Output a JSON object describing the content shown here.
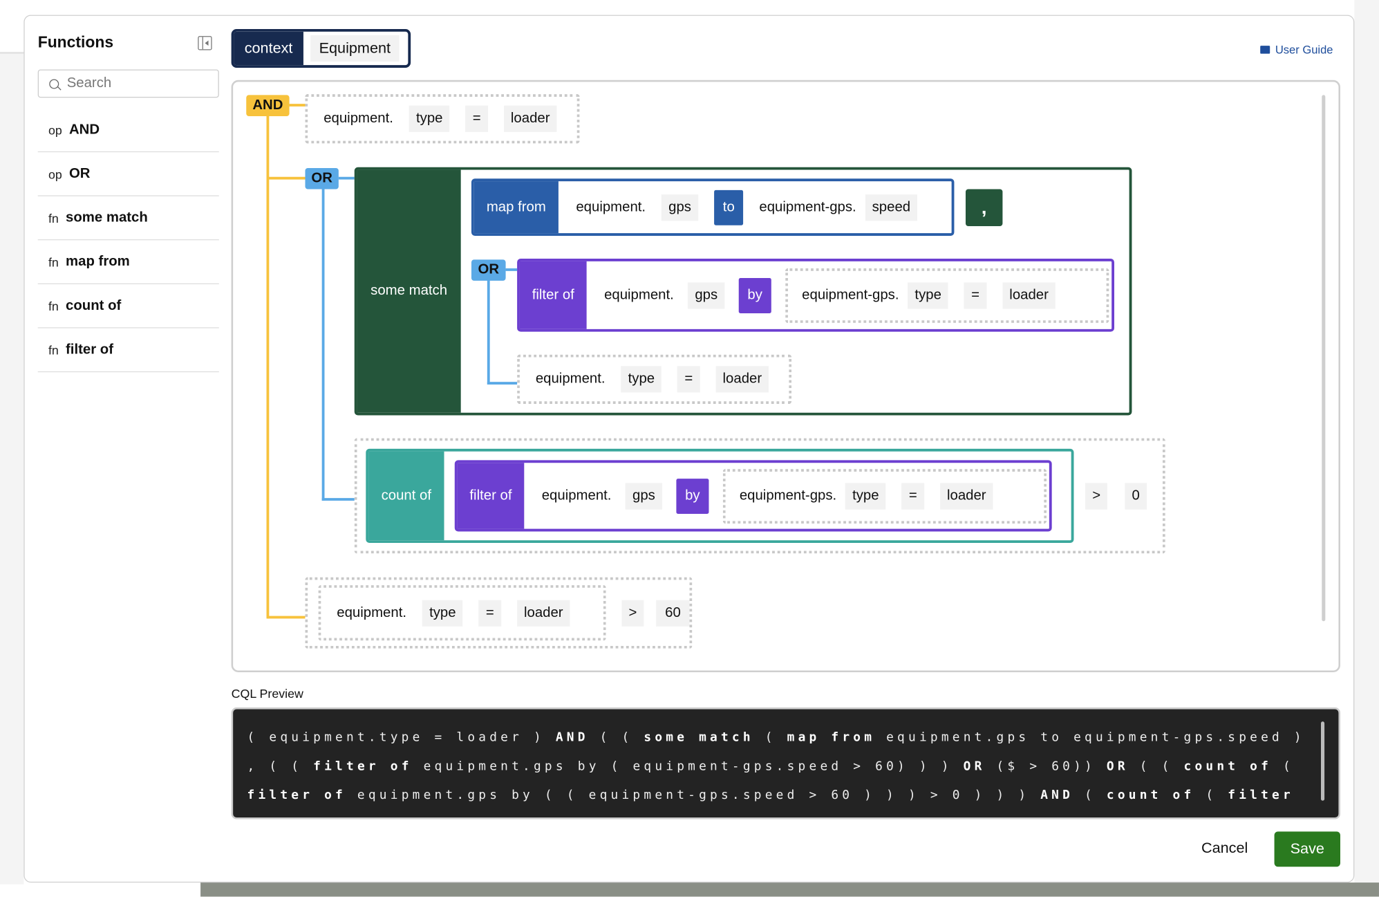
{
  "sidebar": {
    "title": "Functions",
    "search_placeholder": "Search",
    "items": [
      {
        "kind": "op",
        "label": "AND"
      },
      {
        "kind": "op",
        "label": "OR"
      },
      {
        "kind": "fn",
        "label": "some match"
      },
      {
        "kind": "fn",
        "label": "map from"
      },
      {
        "kind": "fn",
        "label": "count of"
      },
      {
        "kind": "fn",
        "label": "filter of"
      }
    ]
  },
  "context": {
    "label": "context",
    "value": "Equipment"
  },
  "user_guide": "User Guide",
  "builder": {
    "and_label": "AND",
    "or_label": "OR",
    "cond1": {
      "prefix": "equipment.",
      "field": "type",
      "op": "=",
      "value": "loader"
    },
    "some_match": {
      "label": "some match",
      "map_from": {
        "label": "map from",
        "source_prefix": "equipment.",
        "source_field": "gps",
        "to": "to",
        "target_prefix": "equipment-gps.",
        "target_field": "speed"
      },
      "comma": ",",
      "or_label": "OR",
      "filter": {
        "label": "filter of",
        "prefix": "equipment.",
        "field": "gps",
        "by": "by",
        "cond": {
          "prefix": "equipment-gps.",
          "field": "type",
          "op": "=",
          "value": "loader"
        }
      },
      "cond": {
        "prefix": "equipment.",
        "field": "type",
        "op": "=",
        "value": "loader"
      }
    },
    "count": {
      "label": "count of",
      "filter": {
        "label": "filter of",
        "prefix": "equipment.",
        "field": "gps",
        "by": "by",
        "cond": {
          "prefix": "equipment-gps.",
          "field": "type",
          "op": "=",
          "value": "loader"
        }
      },
      "op": ">",
      "value": "0"
    },
    "cond_last": {
      "prefix": "equipment.",
      "field": "type",
      "op": "=",
      "value": "loader",
      "cmp": ">",
      "cmp_value": "60"
    }
  },
  "cql": {
    "label": "CQL Preview",
    "lines": [
      [
        {
          "t": "( equipment.type = loader ) ",
          "b": false
        },
        {
          "t": "AND",
          "b": true
        },
        {
          "t": " ( ( ",
          "b": false
        },
        {
          "t": "some match",
          "b": true
        },
        {
          "t": " ( ",
          "b": false
        },
        {
          "t": "map from",
          "b": true
        },
        {
          "t": " equipment.gps to equipment-gps.speed )",
          "b": false
        }
      ],
      [
        {
          "t": ", ( ( ",
          "b": false
        },
        {
          "t": "filter of",
          "b": true
        },
        {
          "t": " equipment.gps by ( equipment-gps.speed > 60) ) ) ",
          "b": false
        },
        {
          "t": "OR",
          "b": true
        },
        {
          "t": " ($ > 60)) ",
          "b": false
        },
        {
          "t": "OR",
          "b": true
        },
        {
          "t": " ( ( ",
          "b": false
        },
        {
          "t": "count of",
          "b": true
        },
        {
          "t": " (",
          "b": false
        }
      ],
      [
        {
          "t": "filter of",
          "b": true
        },
        {
          "t": " equipment.gps by ( ( equipment-gps.speed > 60 ) ) ) > 0 ) ) ) ",
          "b": false
        },
        {
          "t": "AND",
          "b": true
        },
        {
          "t": " ( ",
          "b": false
        },
        {
          "t": "count of",
          "b": true
        },
        {
          "t": " ( ",
          "b": false
        },
        {
          "t": "filter",
          "b": true
        }
      ]
    ]
  },
  "footer": {
    "cancel": "Cancel",
    "save": "Save"
  },
  "colors": {
    "and": "#f7c23c",
    "or": "#5aa9e6",
    "some_match": "#24553a",
    "map_from": "#2a5ea8",
    "filter_of": "#6c3fd0",
    "count_of": "#3aa79c",
    "context": "#172a4f",
    "save": "#2a7a1f"
  }
}
